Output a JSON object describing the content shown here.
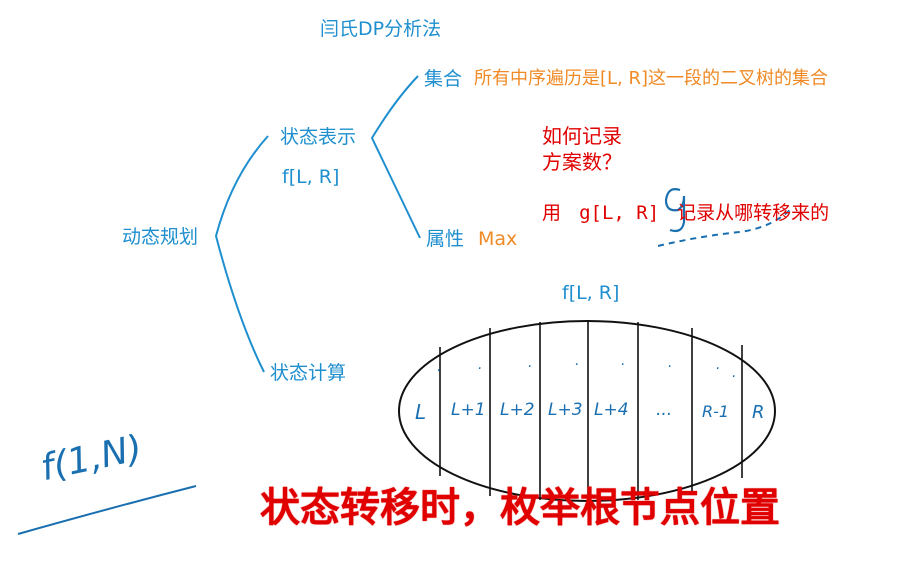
{
  "title": "闫氏DP分析法",
  "root": "动态规划",
  "state_repr": {
    "label": "状态表示",
    "func": "f[L, R]",
    "set_label": "集合",
    "set_desc": "所有中序遍历是[L, R]这一段的二叉树的集合",
    "attr_label": "属性",
    "attr_value": "Max"
  },
  "state_calc": {
    "label": "状态计算"
  },
  "note": {
    "question_line1": "如何记录",
    "question_line2": "方案数？",
    "answer_prefix": "用",
    "answer_code": "g[L, R]",
    "answer_suffix": "记录从哪转移来的"
  },
  "partition": {
    "label": "f[L, R]",
    "cells": [
      "L",
      "L+1",
      "L+2",
      "L+3",
      "L+4",
      "...",
      "R-1",
      "R"
    ],
    "dots": [
      ".",
      ".",
      ".",
      ".",
      ".",
      ".",
      ".",
      "."
    ]
  },
  "handwritten": {
    "formula": "f(1,N)"
  },
  "headline": "状态转移时，枚举根节点位置",
  "colors": {
    "ink_blue": "#1f8fcf",
    "orange": "#f08a26",
    "red": "#e00000",
    "pen": "#1a6fb0"
  }
}
